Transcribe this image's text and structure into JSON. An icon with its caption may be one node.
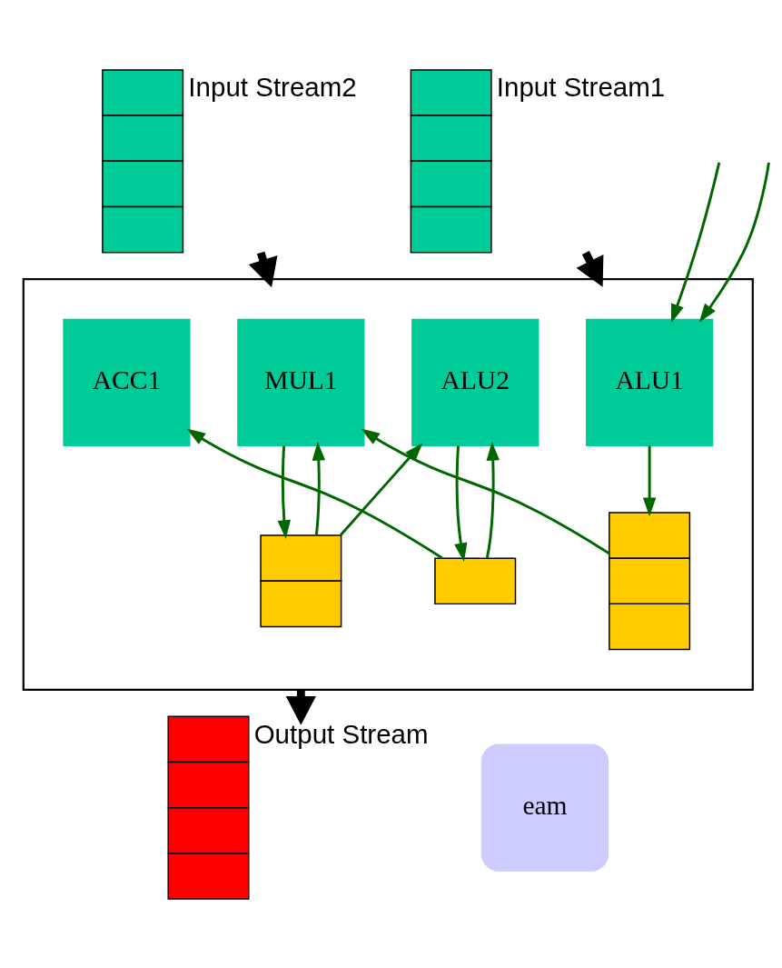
{
  "diagram": {
    "nodes": [
      {
        "text": [],
        "shape": "box",
        "beside": [
          "Input Stream1"
        ]
      },
      {
        "text": [],
        "shape": "box",
        "beside": [
          "Input Stream2"
        ]
      },
      {
        "text": [],
        "shape": "box"
      },
      {
        "text": [
          "ALU1"
        ],
        "in": 2
      },
      {
        "text": [
          "ALU2"
        ],
        "in": 2
      },
      {
        "text": [
          "MUL1"
        ],
        "in": 2
      },
      {
        "text": [
          "ACC1"
        ],
        "in": 2
      },
      {
        "text": [],
        "shape": "box",
        "in": 2
      },
      {
        "text": [],
        "shape": "box",
        "in": 2
      },
      {
        "text": [],
        "shape": "box",
        "in": 2
      },
      {
        "text": [],
        "shape": "box",
        "beside": [
          "Output Stream"
        ]
      },
      {
        "text": [
          "eam"
        ]
      }
    ],
    "edges": [
      {
        "from": 0,
        "to": 2,
        "arrow": "to",
        "style": "thick",
        "color": "#000000"
      },
      {
        "from": 1,
        "to": 2,
        "arrow": "to",
        "style": "thick",
        "color": "#000000"
      },
      {
        "from": null,
        "to": 3,
        "arrow": "to"
      },
      {
        "from": null,
        "to": 3,
        "arrow": "to"
      },
      {
        "from": 3,
        "to": 7,
        "arrow": "to"
      },
      {
        "from": 7,
        "to": 5,
        "arrow": "to"
      },
      {
        "from": 4,
        "to": 8,
        "arrow": "to"
      },
      {
        "from": 8,
        "to": 4,
        "arrow": "to"
      },
      {
        "from": 9,
        "to": 4,
        "arrow": "to"
      },
      {
        "from": 8,
        "to": 6,
        "arrow": "to"
      },
      {
        "from": 9,
        "to": 5,
        "arrow": "to"
      },
      {
        "from": 5,
        "to": 9,
        "arrow": "to"
      },
      {
        "from": 2,
        "to": 10,
        "arrow": "to",
        "style": "thick",
        "color": "#000000"
      }
    ]
  }
}
